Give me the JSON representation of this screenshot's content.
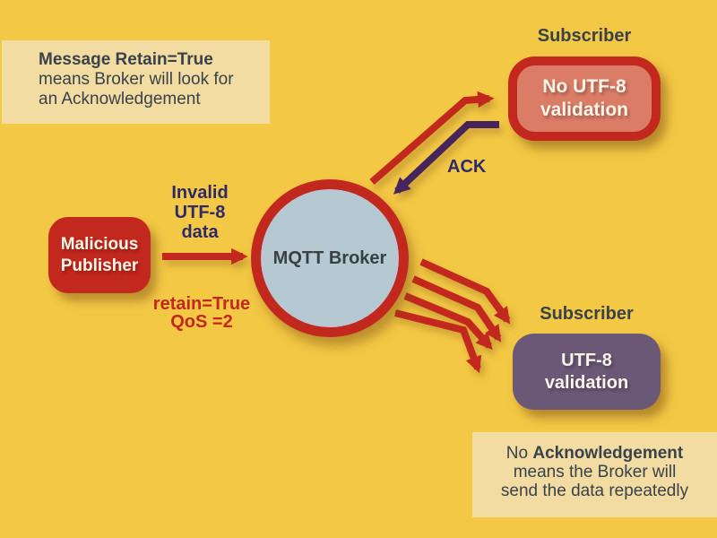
{
  "colors": {
    "bg": "#F3C844",
    "red": "#C3281E",
    "purple": "#46245C",
    "navy": "#2E296B",
    "ink": "#39424B",
    "cream": "#F2DCA2",
    "salmon": "#DB7C67",
    "plum": "#6B5877",
    "brokerFill": "#B6C8D1",
    "boxText": "#FBF4E8"
  },
  "note_top_left": {
    "line1": "Message Retain=True",
    "line2": "means Broker will look for",
    "line3": "an Acknowledgement"
  },
  "publisher": {
    "line1": "Malicious",
    "line2": "Publisher"
  },
  "message_labels": {
    "invalid_line1": "Invalid",
    "invalid_line2": "UTF-8",
    "invalid_line3": "data",
    "retain_line1": "retain=True",
    "retain_line2": "QoS =2",
    "ack": "ACK"
  },
  "broker": {
    "label": "MQTT Broker"
  },
  "subscriber_top": {
    "title": "Subscriber",
    "line1": "No UTF-8",
    "line2": "validation"
  },
  "subscriber_bottom": {
    "title": "Subscriber",
    "line1": "UTF-8",
    "line2": "validation"
  },
  "note_bottom_right": {
    "line1_regular": "No ",
    "line1_bold": "Acknowledgement",
    "line2": "means the Broker will",
    "line3": "send the data repeatedly"
  },
  "arrows": [
    {
      "name": "publish-arrow",
      "color": "#C3281E"
    },
    {
      "name": "deliver-top-arrow",
      "color": "#C3281E"
    },
    {
      "name": "ack-arrow",
      "color": "#46245C"
    },
    {
      "name": "repeat-arrow-1",
      "color": "#C3281E"
    },
    {
      "name": "repeat-arrow-2",
      "color": "#C3281E"
    },
    {
      "name": "repeat-arrow-3",
      "color": "#C3281E"
    },
    {
      "name": "repeat-arrow-4",
      "color": "#C3281E"
    }
  ]
}
